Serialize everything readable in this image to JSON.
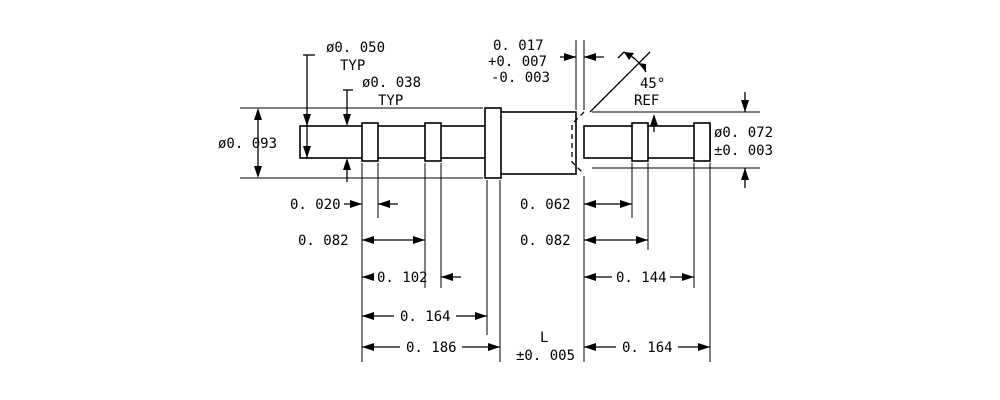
{
  "drawing": {
    "dia_050": "ø0. 050",
    "dia_050_typ": "TYP",
    "dia_038": "ø0. 038",
    "dia_038_typ": "TYP",
    "dia_093": "ø0. 093",
    "gap_017": "0. 017",
    "gap_017_plus": "+0. 007",
    "gap_017_minus": "-0. 003",
    "chamfer_angle": "45°",
    "chamfer_ref": "REF",
    "dia_072": "ø0. 072",
    "dia_072_tol": "±0. 003",
    "dim_020": "0. 020",
    "dim_082_left": "0. 082",
    "dim_102": "0. 102",
    "dim_164_left": "0. 164",
    "dim_186": "0. 186",
    "length_label": "L",
    "length_tol": "±0. 005",
    "dim_062": "0. 062",
    "dim_082_right": "0. 082",
    "dim_144": "0. 144",
    "dim_164_right": "0. 164"
  }
}
